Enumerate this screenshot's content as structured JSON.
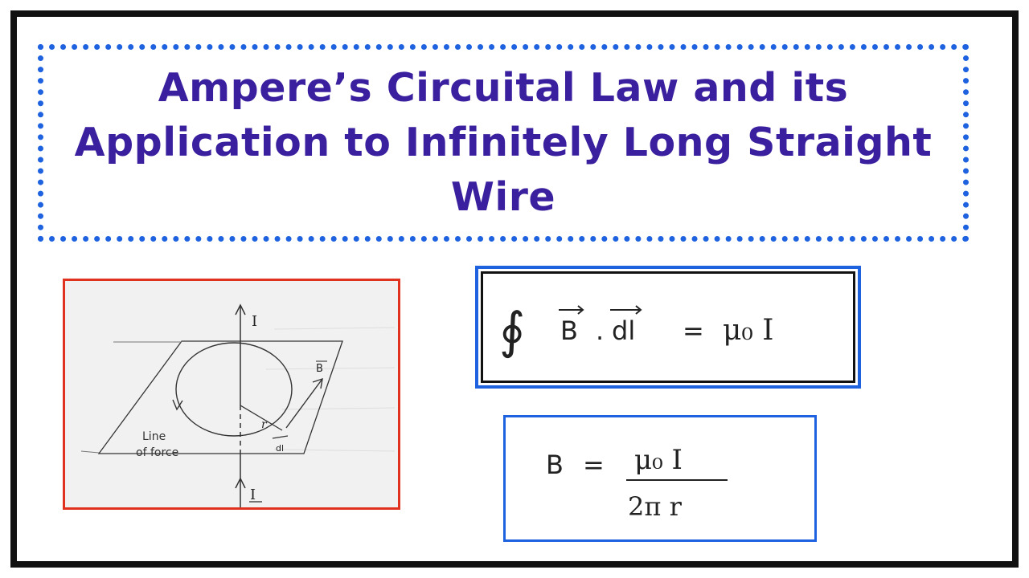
{
  "title": {
    "lines": [
      "Ampere’s Circuital Law and its",
      "Application to Infinitely Long Straight",
      "Wire"
    ],
    "color": "#3a1f9e"
  },
  "diagram": {
    "labels": {
      "current_top": "I",
      "current_bottom": "I",
      "field": "B",
      "radius": "r",
      "element": "dl",
      "line_of_force_1": "Line",
      "line_of_force_2": "of force"
    }
  },
  "equation_1": {
    "integral": "∮",
    "field": "B",
    "dot": ".",
    "element": "dl",
    "equals": "=",
    "rhs": "μ₀ I"
  },
  "equation_2": {
    "lhs": "B",
    "equals": "=",
    "numerator": "μ₀ I",
    "denominator": "2π r"
  },
  "colors": {
    "title_border": "#1f62e0",
    "panel_border": "#e0321e",
    "ink": "#222222"
  }
}
